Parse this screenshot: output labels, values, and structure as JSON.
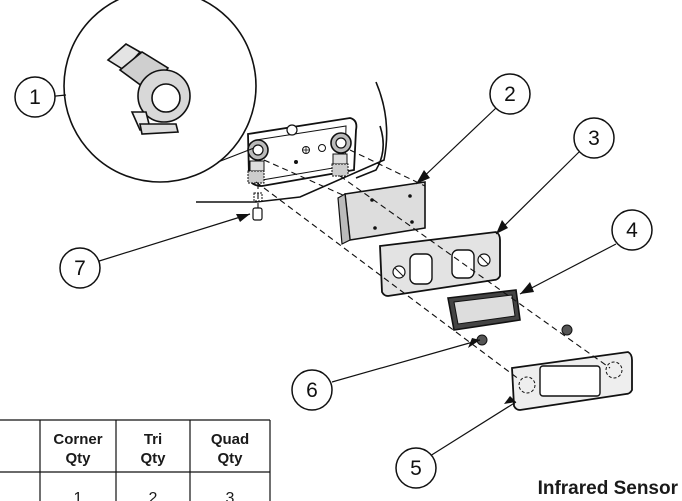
{
  "caption": "Infrared Sensor",
  "callouts": [
    "1",
    "2",
    "3",
    "4",
    "5",
    "6",
    "7"
  ],
  "parts_table": {
    "headers": [
      [
        "Corner",
        "Qty"
      ],
      [
        "Tri",
        "Qty"
      ],
      [
        "Quad",
        "Qty"
      ]
    ],
    "first_row": [
      "1",
      "2",
      "3"
    ]
  }
}
